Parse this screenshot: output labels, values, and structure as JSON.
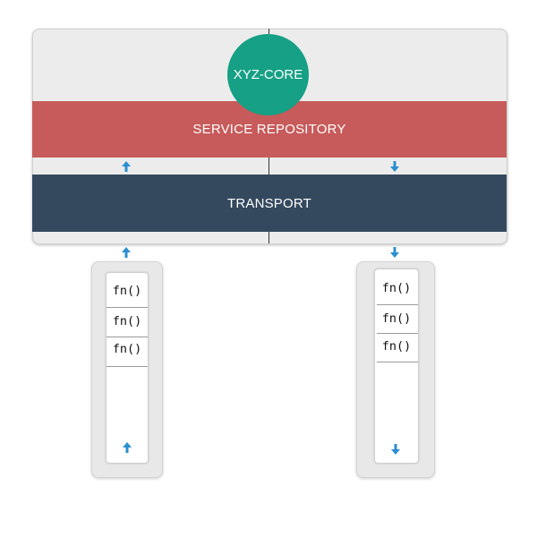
{
  "core": {
    "label": "XYZ-CORE"
  },
  "service_repository": {
    "label": "SERVICE REPOSITORY"
  },
  "transport": {
    "label": "TRANSPORT"
  },
  "left_queue": {
    "items": [
      "fn()",
      "fn()",
      "fn()"
    ],
    "direction": "up"
  },
  "right_queue": {
    "items": [
      "fn()",
      "fn()",
      "fn()"
    ],
    "direction": "down"
  },
  "colors": {
    "core": "#16a085",
    "service_repository": "#c75a5a",
    "transport": "#34495e",
    "arrow": "#2a8fd0"
  }
}
